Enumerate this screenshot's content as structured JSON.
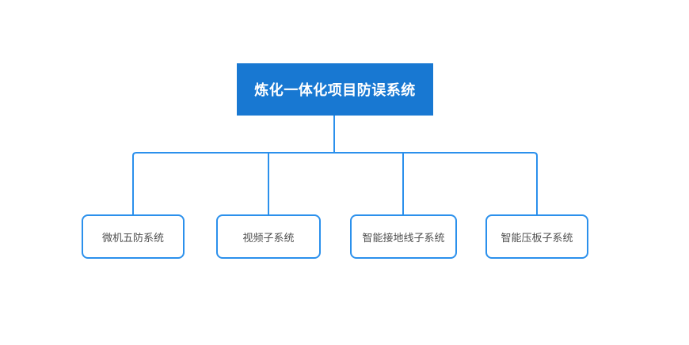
{
  "diagram": {
    "root": {
      "label": "炼化一体化项目防误系统"
    },
    "children": [
      {
        "label": "微机五防系统"
      },
      {
        "label": "视频子系统"
      },
      {
        "label": "智能接地线子系统"
      },
      {
        "label": "智能压板子系统"
      }
    ],
    "colors": {
      "canvas_bg": "#ffffff",
      "root_fill": "#1878d2",
      "root_text": "#ffffff",
      "connector": "#2b90ec",
      "child_fill": "#ffffff",
      "child_border": "#2b90ec",
      "child_text": "#4f4f4f"
    }
  }
}
